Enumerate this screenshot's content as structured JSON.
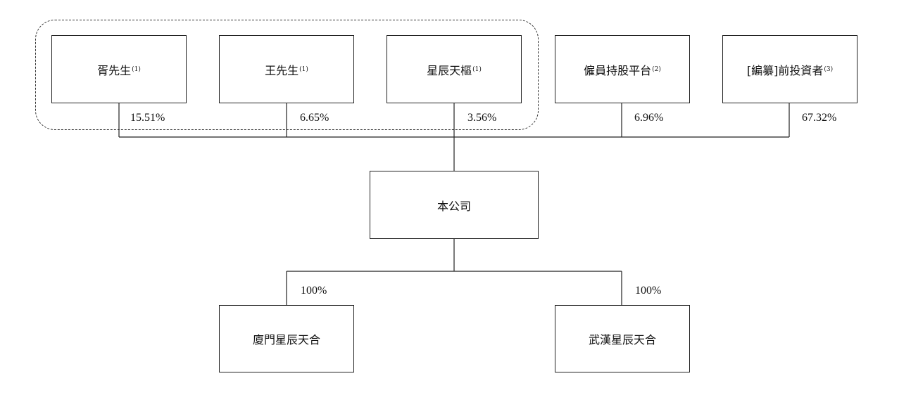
{
  "shareholders": [
    {
      "name": "胥先生",
      "note": "(1)",
      "percent": "15.51%"
    },
    {
      "name": "王先生",
      "note": "(1)",
      "percent": "6.65%"
    },
    {
      "name": "星辰天樞",
      "note": "(1)",
      "percent": "3.56%"
    },
    {
      "name": "僱員持股平台",
      "note": "(2)",
      "percent": "6.96%"
    },
    {
      "name": "[編纂]前投資者",
      "note": "(3)",
      "percent": "67.32%"
    }
  ],
  "company": {
    "name": "本公司"
  },
  "subsidiaries": [
    {
      "name": "廈門星辰天合",
      "percent": "100%"
    },
    {
      "name": "武漢星辰天合",
      "percent": "100%"
    }
  ]
}
